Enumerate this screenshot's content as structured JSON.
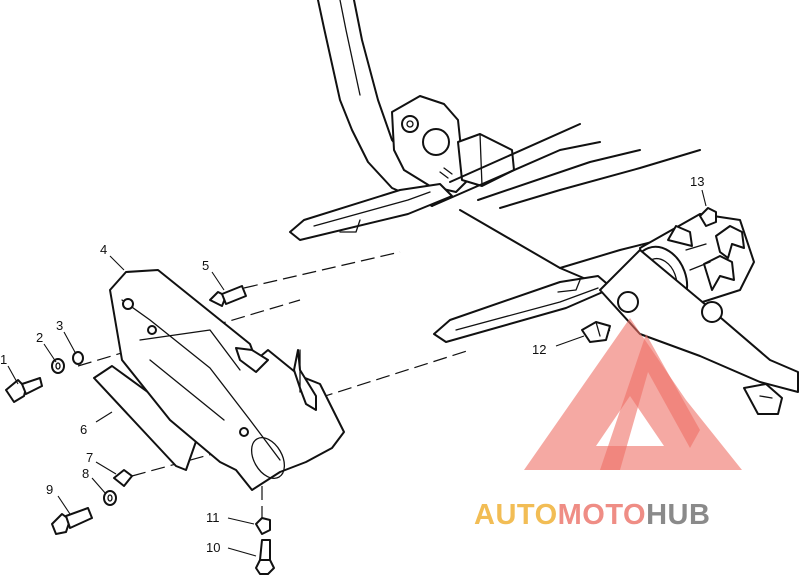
{
  "parts": [
    {
      "number": "1"
    },
    {
      "number": "2"
    },
    {
      "number": "3"
    },
    {
      "number": "4"
    },
    {
      "number": "5"
    },
    {
      "number": "6"
    },
    {
      "number": "7"
    },
    {
      "number": "8"
    },
    {
      "number": "9"
    },
    {
      "number": "10"
    },
    {
      "number": "11"
    },
    {
      "number": "12"
    },
    {
      "number": "13"
    }
  ],
  "watermark": {
    "part1": "AUTO",
    "part2": "MOTO",
    "part3": "HUB",
    "colors": {
      "auto": "#f2bd55",
      "moto": "#ef8d85",
      "hub": "#8a8a8a",
      "triangle": "#ef6f66"
    }
  }
}
